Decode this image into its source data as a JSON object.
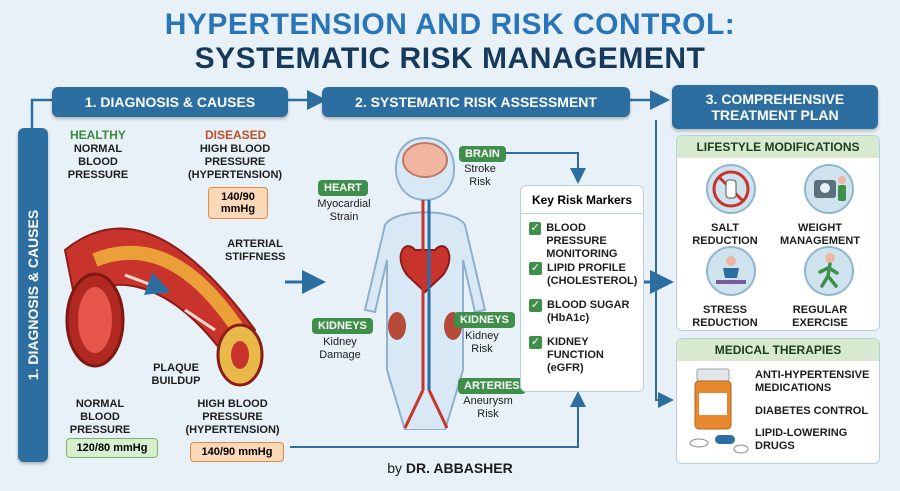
{
  "title": {
    "line1": "HYPERTENSION AND RISK CONTROL:",
    "line2": "SYSTEMATIC RISK MANAGEMENT"
  },
  "sections": {
    "s1": "1. DIAGNOSIS & CAUSES",
    "s1_vertical": "1. DIAGNOSIS & CAUSES",
    "s2": "2. SYSTEMATIC RISK ASSESSMENT",
    "s3_line1": "3. COMPREHENSIVE",
    "s3_line2": "TREATMENT PLAN"
  },
  "diagnosis": {
    "healthy": "HEALTHY",
    "healthy_desc": [
      "NORMAL",
      "BLOOD",
      "PRESSURE"
    ],
    "diseased": "DISEASED",
    "diseased_desc": [
      "HIGH BLOOD",
      "PRESSURE",
      "(HYPERTENSION)"
    ],
    "diseased_reading": [
      "140/90",
      "mmHg"
    ],
    "stiffness": [
      "ARTERIAL",
      "STIFFNESS"
    ],
    "plaque": [
      "PLAQUE",
      "BUILDUP"
    ],
    "normal_bottom": [
      "NORMAL",
      "BLOOD",
      "PRESSURE"
    ],
    "normal_reading": "120/80 mmHg",
    "high_bottom": [
      "HIGH BLOOD",
      "PRESSURE",
      "(HYPERTENSION)"
    ],
    "high_reading": "140/90 mmHg"
  },
  "assessment": {
    "brain": {
      "tag": "BRAIN",
      "desc": [
        "Stroke",
        "Risk"
      ]
    },
    "heart": {
      "tag": "HEART",
      "desc": [
        "Myocardial",
        "Strain"
      ]
    },
    "kidneys_left": {
      "tag": "KIDNEYS",
      "desc": [
        "Kidney",
        "Damage"
      ]
    },
    "kidneys_right": {
      "tag": "KIDNEYS",
      "desc": [
        "Kidney",
        "Risk"
      ]
    },
    "arteries": {
      "tag": "ARTERIES",
      "desc": [
        "Aneurysm",
        "Risk"
      ]
    },
    "markers_title": "Key Risk Markers",
    "markers": [
      [
        "BLOOD PRESSURE",
        "MONITORING"
      ],
      [
        "LIPID PROFILE",
        "(CHOLESTEROL)"
      ],
      [
        "BLOOD SUGAR",
        "(HbA1c)"
      ],
      [
        "KIDNEY",
        "FUNCTION",
        "(eGFR)"
      ]
    ]
  },
  "treatment": {
    "lifestyle_title": "LIFESTYLE MODIFICATIONS",
    "lifestyle": [
      [
        "SALT",
        "REDUCTION"
      ],
      [
        "WEIGHT",
        "MANAGEMENT"
      ],
      [
        "STRESS",
        "REDUCTION"
      ],
      [
        "REGULAR",
        "EXERCISE"
      ]
    ],
    "medical_title": "MEDICAL THERAPIES",
    "therapies": [
      [
        "ANTI-HYPERTENSIVE",
        "MEDICATIONS"
      ],
      [
        "DIABETES CONTROL"
      ],
      [
        "LIPID-LOWERING",
        "DRUGS"
      ]
    ]
  },
  "byline": {
    "prefix": "by",
    "author": "DR. ABBASHER"
  },
  "colors": {
    "banner": "#2c6ea0",
    "title_blue": "#2a74b8",
    "title_dark": "#163a5c",
    "healthy_green": "#3c8a3c",
    "diseased_orange": "#c0502a",
    "tag_green": "#3f8f4a"
  }
}
